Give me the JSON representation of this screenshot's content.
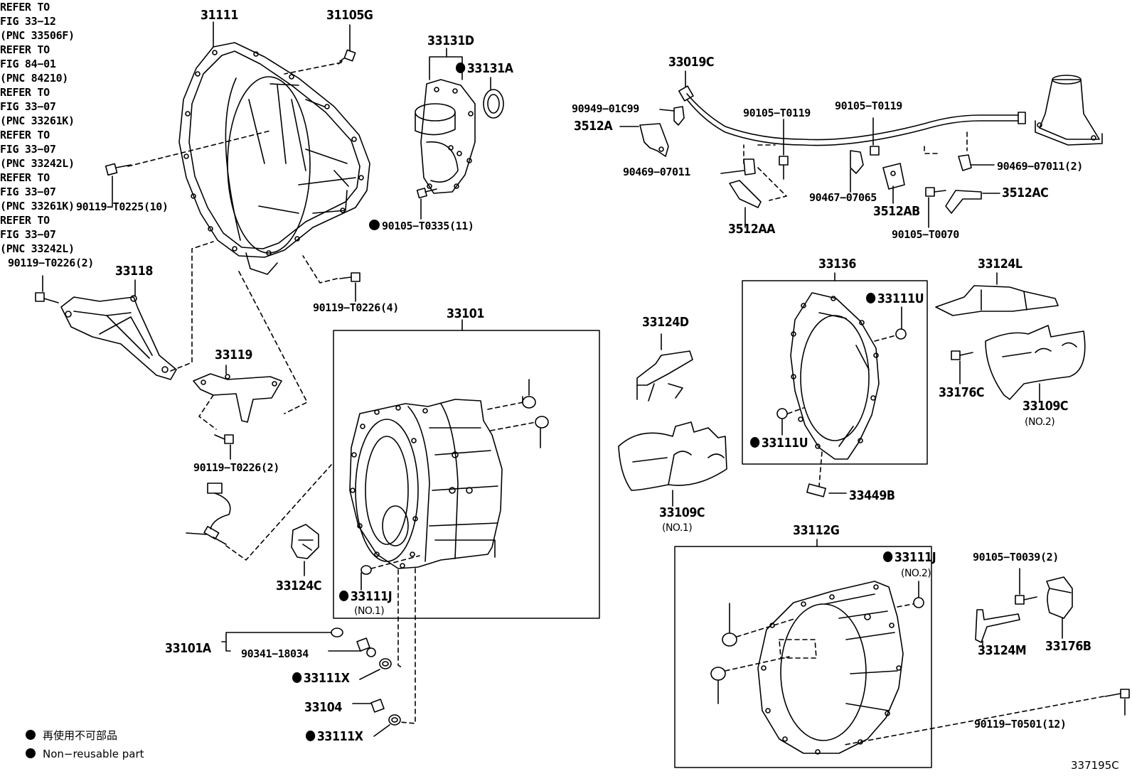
{
  "parts": {
    "p31111": "31111",
    "p31105G": "31105G",
    "p33131D": "33131D",
    "p33131A": "33131A",
    "p90119_T0225": "90119−T0225(10)",
    "p90105_T0335": "90105−T0335(11)",
    "p33019C": "33019C",
    "p90949_01C99": "90949−01C99",
    "p3512A": "3512A",
    "p90105_T0119_a": "90105−T0119",
    "p90105_T0119_b": "90105−T0119",
    "p90469_07011": "90469−07011",
    "p90469_07011_2": "90469−07011(2)",
    "p90467_07065": "90467−07065",
    "p3512AA": "3512AA",
    "p3512AB": "3512AB",
    "p3512AC": "3512AC",
    "p90105_T0070": "90105−T0070",
    "p90119_T0226_2a": "90119−T0226(2)",
    "p33118": "33118",
    "p90119_T0226_4": "90119−T0226(4)",
    "p33119": "33119",
    "p90119_T0226_2b": "90119−T0226(2)",
    "p33101": "33101",
    "p33124D": "33124D",
    "p33136": "33136",
    "p33111U_a": "33111U",
    "p33111U_b": "33111U",
    "p33124L": "33124L",
    "p33176C": "33176C",
    "p33109C_2": "33109C",
    "p33109C_1": "33109C",
    "p33449B": "33449B",
    "p33124C": "33124C",
    "p33111J_1": "33111J",
    "p33112G": "33112G",
    "p33111J_2": "33111J",
    "p90105_T0039": "90105−T0039(2)",
    "p33124M": "33124M",
    "p33176B": "33176B",
    "p33101A": "33101A",
    "p90341_18034": "90341−18034",
    "p33111X_a": "33111X",
    "p33104": "33104",
    "p33111X_b": "33111X",
    "p90119_T0501": "90119−T0501(12)"
  },
  "subs": {
    "no2_33109C": "(NO.2)",
    "no1_33109C": "(NO.1)",
    "no1_33111J": "(NO.1)",
    "no2_33111J": "(NO.2)"
  },
  "refs": {
    "r33506F": [
      "REFER TO",
      "FIG 33−12",
      "(PNC 33506F)"
    ],
    "r33261K_a": [
      "REFER TO",
      "FIG 33−07",
      "(PNC 33261K)"
    ],
    "r33242L_a": [
      "REFER TO",
      "FIG 33−07",
      "(PNC 33242L)"
    ],
    "r84210": [
      "REFER TO",
      "FIG 84−01",
      "(PNC 84210)"
    ],
    "r33261K_b": [
      "REFER TO",
      "FIG 33−07",
      "(PNC 33261K)"
    ],
    "r33242L_b": [
      "REFER TO",
      "FIG 33−07",
      "(PNC 33242L)"
    ]
  },
  "legend": {
    "jp": "再使用不可部品",
    "en": "Non−reusable part"
  },
  "drawing_id": "337195C"
}
